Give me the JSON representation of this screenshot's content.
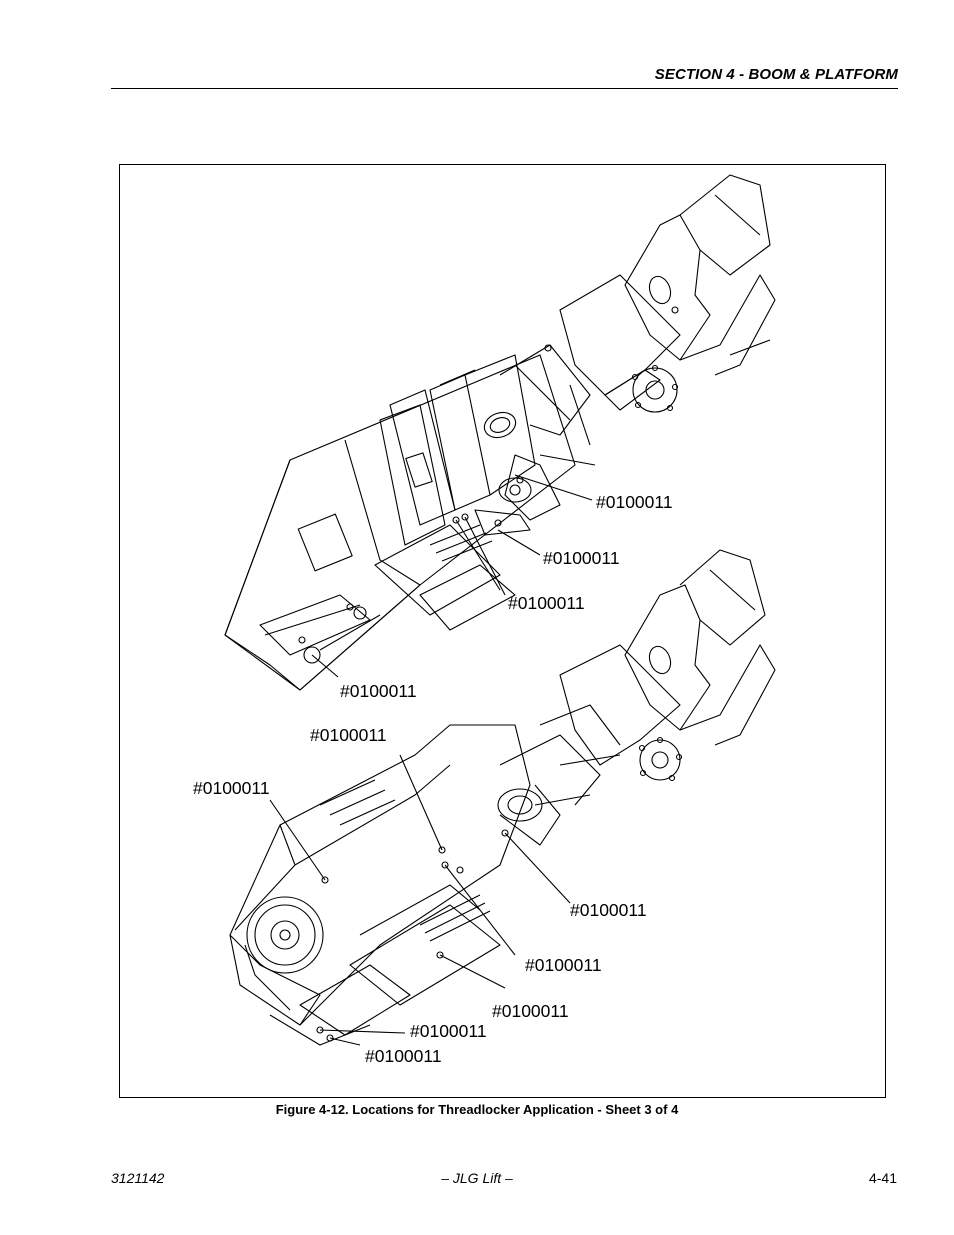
{
  "header": {
    "section_title": "SECTION 4 - BOOM & PLATFORM"
  },
  "figure": {
    "callouts": [
      {
        "id": "c1",
        "text": "#0100011"
      },
      {
        "id": "c2",
        "text": "#0100011"
      },
      {
        "id": "c3",
        "text": "#0100011"
      },
      {
        "id": "c4",
        "text": "#0100011"
      },
      {
        "id": "c5",
        "text": "#0100011"
      },
      {
        "id": "c6",
        "text": "#0100011"
      },
      {
        "id": "c7",
        "text": "#0100011"
      },
      {
        "id": "c8",
        "text": "#0100011"
      },
      {
        "id": "c9",
        "text": "#0100011"
      },
      {
        "id": "c10",
        "text": "#0100011"
      },
      {
        "id": "c11",
        "text": "#0100011"
      }
    ],
    "caption": "Figure 4-12.  Locations for Threadlocker Application - Sheet 3 of 4"
  },
  "footer": {
    "doc_number": "3121142",
    "center": "– JLG Lift –",
    "page": "4-41"
  }
}
